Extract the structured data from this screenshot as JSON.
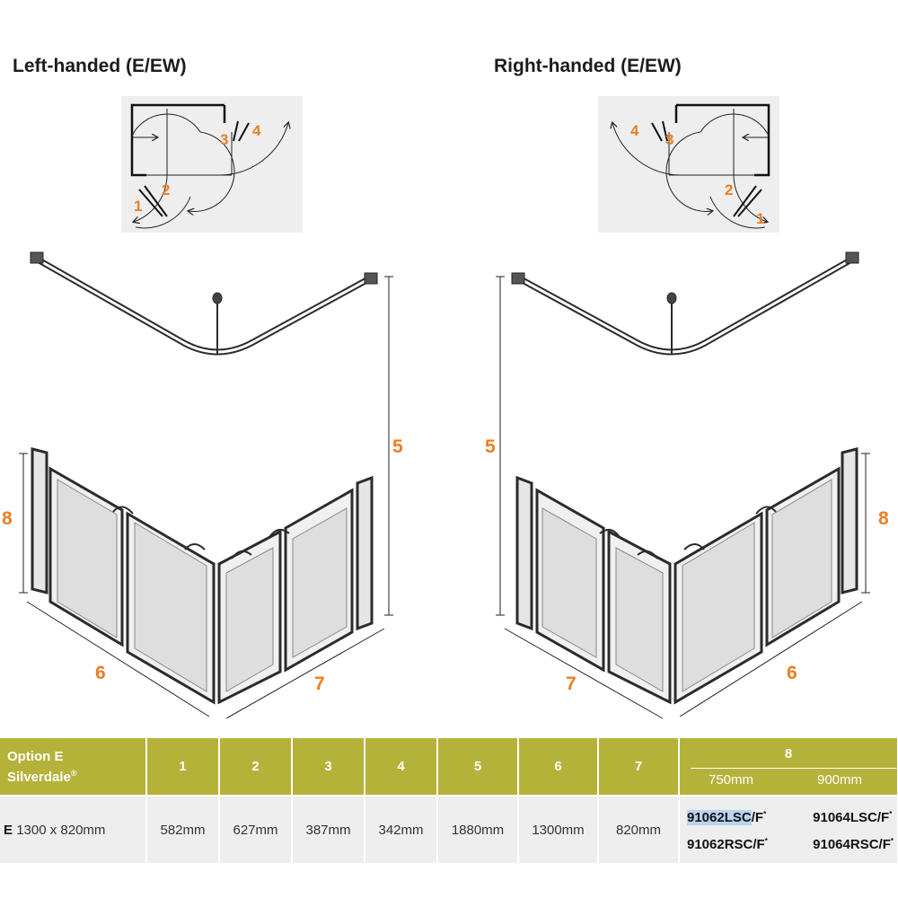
{
  "headings": {
    "left": "Left-handed (E/EW)",
    "right": "Right-handed (E/EW)"
  },
  "plan_labels": {
    "n1": "1",
    "n2": "2",
    "n3": "3",
    "n4": "4"
  },
  "dim_labels": {
    "d5": "5",
    "d6": "6",
    "d7": "7",
    "d8": "8"
  },
  "colors": {
    "accent": "#ef7d22",
    "table_header": "#b5b23a",
    "table_row": "#eeeeee",
    "frame": "#2b2b2b"
  },
  "table": {
    "option_line1": "Option E",
    "option_line2": "Silverdale",
    "option_mark": "®",
    "headers": [
      "1",
      "2",
      "3",
      "4",
      "5",
      "6",
      "7"
    ],
    "col8": {
      "number": "8",
      "sub_a": "750mm",
      "sub_b": "900mm"
    },
    "row": {
      "size_letter": "E",
      "size_text": "1300 x 820mm",
      "values": [
        "582mm",
        "627mm",
        "387mm",
        "342mm",
        "1880mm",
        "1300mm",
        "820mm"
      ],
      "codes_750": {
        "left_hl": "91062LSC",
        "left_rest": "/F",
        "right": "91062RSC/F"
      },
      "codes_900": {
        "left": "91064LSC/F",
        "right": "91064RSC/F"
      },
      "code_mark": "*"
    }
  }
}
